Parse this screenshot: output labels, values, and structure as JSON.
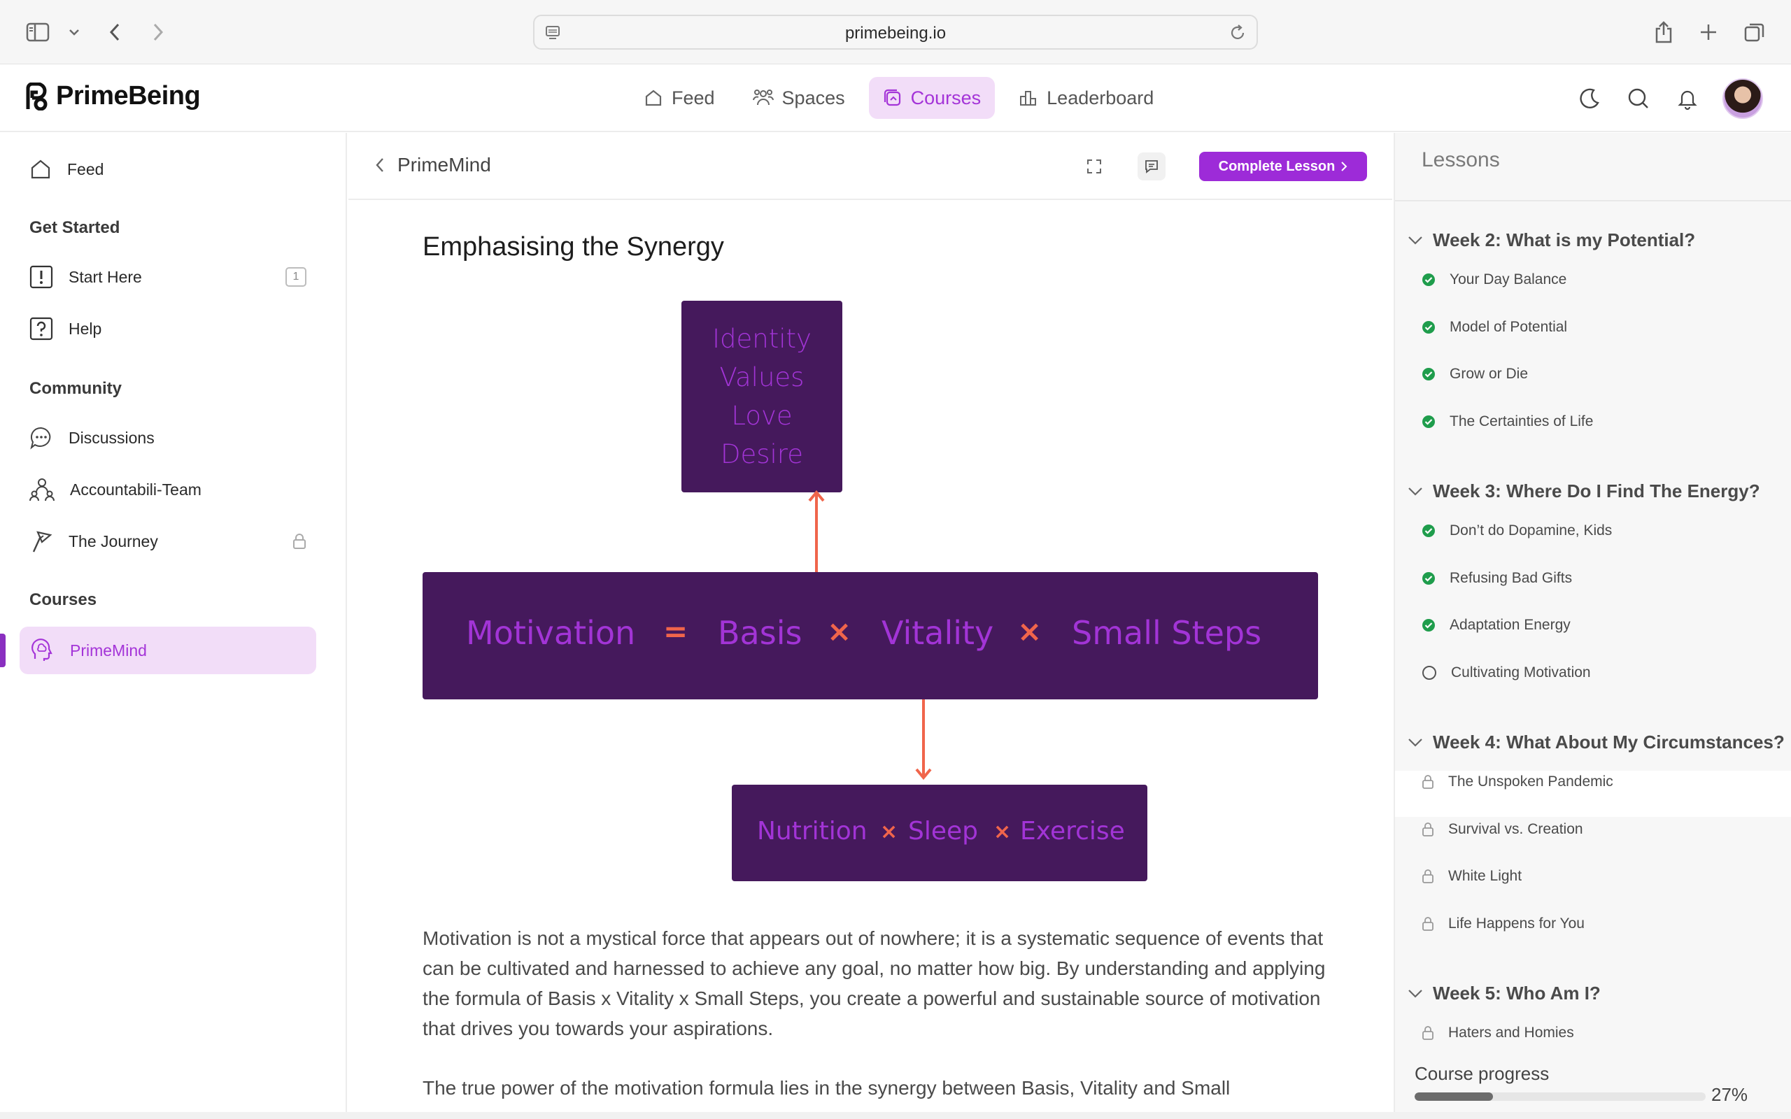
{
  "browser": {
    "url": "primebeing.io"
  },
  "header": {
    "logo_text": "PrimeBeing",
    "nav": [
      {
        "label": "Feed",
        "icon": "home-icon"
      },
      {
        "label": "Spaces",
        "icon": "people-icon"
      },
      {
        "label": "Courses",
        "icon": "courses-icon",
        "active": true
      },
      {
        "label": "Leaderboard",
        "icon": "bar-chart-icon"
      }
    ],
    "accent_color": "#a434d8"
  },
  "sidebar": {
    "feed_label": "Feed",
    "sections": {
      "get_started": "Get Started",
      "community": "Community",
      "courses": "Courses"
    },
    "items": {
      "start_here": {
        "label": "Start Here",
        "badge": "1"
      },
      "help": {
        "label": "Help"
      },
      "discussions": {
        "label": "Discussions"
      },
      "accountabili_team": {
        "label": "Accountabili-Team"
      },
      "the_journey": {
        "label": "The Journey"
      },
      "primemind": {
        "label": "PrimeMind"
      }
    }
  },
  "main": {
    "breadcrumb": "PrimeMind",
    "complete_button": "Complete Lesson",
    "title": "Emphasising the Synergy",
    "diagram": {
      "top_box": [
        "Identity",
        "Values",
        "Love",
        "Desire"
      ],
      "equation": {
        "motivation": "Motivation",
        "equals": "=",
        "basis": "Basis",
        "times1": "×",
        "vitality": "Vitality",
        "times2": "×",
        "small_steps": "Small Steps"
      },
      "bottom_box": {
        "nutrition": "Nutrition",
        "times1": "×",
        "sleep": "Sleep",
        "times2": "×",
        "exercise": "Exercise"
      },
      "box_color": "#45195c",
      "text_color": "#a234d6",
      "operator_color": "#f0654b"
    },
    "paragraph1": "Motivation is not a mystical force that appears out of nowhere; it is a systematic sequence of events that can be cultivated and harnessed to achieve any goal, no matter how big. By understanding and applying the formula of Basis x Vitality x Small Steps, you create a powerful and sustainable source of motivation that drives you towards your aspirations.",
    "paragraph2": "The true power of the motivation formula lies in the synergy between Basis, Vitality and Small"
  },
  "lessons": {
    "title": "Lessons",
    "weeks": [
      {
        "title": "Week 2: What is my Potential?",
        "lessons": [
          {
            "label": "Your Day Balance",
            "status": "complete"
          },
          {
            "label": "Model of Potential",
            "status": "complete"
          },
          {
            "label": "Grow or Die",
            "status": "complete"
          },
          {
            "label": "The Certainties of Life",
            "status": "complete"
          }
        ]
      },
      {
        "title": "Week 3: Where Do I Find The Energy?",
        "lessons": [
          {
            "label": "Don’t do Dopamine, Kids",
            "status": "complete"
          },
          {
            "label": "Refusing Bad Gifts",
            "status": "complete"
          },
          {
            "label": "Adaptation Energy",
            "status": "complete"
          },
          {
            "label": "Cultivating Motivation",
            "status": "current"
          }
        ]
      },
      {
        "title": "Week 4: What About My Circumstances?",
        "lessons": [
          {
            "label": "The Unspoken Pandemic",
            "status": "locked"
          },
          {
            "label": "Survival vs. Creation",
            "status": "locked"
          },
          {
            "label": "White Light",
            "status": "locked"
          },
          {
            "label": "Life Happens for You",
            "status": "locked"
          }
        ]
      },
      {
        "title": "Week 5: Who Am I?",
        "lessons": [
          {
            "label": "Haters and Homies",
            "status": "locked"
          }
        ]
      }
    ],
    "progress_label": "Course progress",
    "progress_text": "27%",
    "progress_value": 0.27,
    "complete_color": "#1f9d4c"
  }
}
